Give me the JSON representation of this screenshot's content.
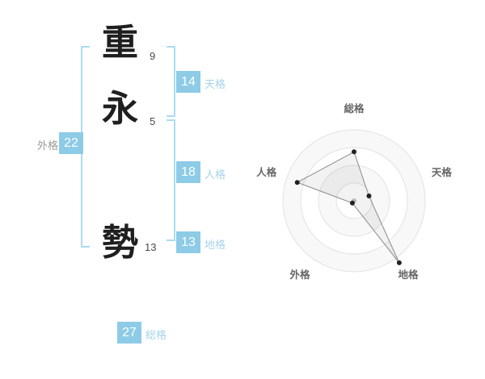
{
  "name_display": {
    "characters": [
      {
        "char": "重",
        "strokes": "9"
      },
      {
        "char": "永",
        "strokes": "5"
      },
      {
        "char": "勢",
        "strokes": "13"
      }
    ],
    "kaku": {
      "tenkaku": {
        "label": "天格",
        "value": "14"
      },
      "jinkaku": {
        "label": "人格",
        "value": "18"
      },
      "chikaku": {
        "label": "地格",
        "value": "13"
      },
      "gaikaku": {
        "label": "外格",
        "value": "22"
      },
      "soukaku": {
        "label": "総格",
        "value": "27"
      }
    }
  },
  "colors": {
    "accent_box": "#8dcbe6",
    "bracket_blue": "#abdcf2",
    "label_blue": "#a6d3e8",
    "label_gray": "#9a9a9a"
  },
  "chart_data": {
    "type": "radar",
    "axes": [
      "総格",
      "天格",
      "地格",
      "外格",
      "人格"
    ],
    "values_pct_of_outer_ring": [
      69,
      22,
      108,
      4,
      84
    ],
    "rings": 4,
    "start_angle_deg": 90,
    "direction": "clockwise",
    "legend": "none",
    "notes": "filled gray polygon with black vertex dots and gray center dot"
  }
}
